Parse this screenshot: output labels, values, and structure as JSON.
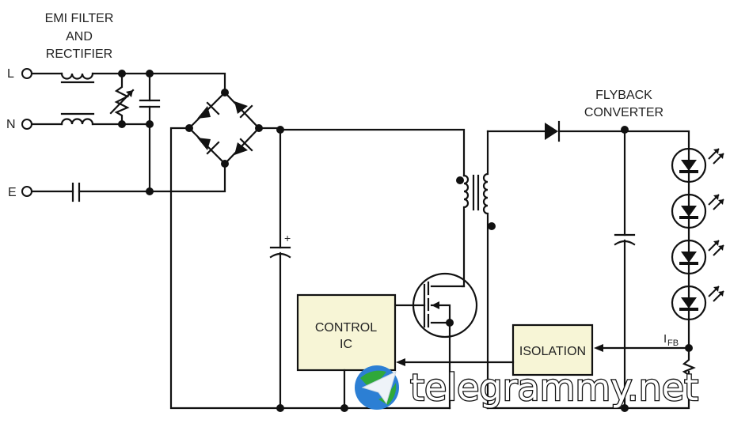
{
  "title_labels": {
    "emi_filter": [
      "EMI FILTER",
      "AND",
      "RECTIFIER"
    ],
    "flyback": [
      "FLYBACK",
      "CONVERTER"
    ]
  },
  "terminals": {
    "line": "L",
    "neutral": "N",
    "earth": "E"
  },
  "blocks": {
    "control_ic": [
      "CONTROL",
      "IC"
    ],
    "isolation": "ISOLATION"
  },
  "feedback_label": {
    "main": "I",
    "subscript": "FB"
  },
  "polarity_mark": "+",
  "led_count": 4,
  "watermark": {
    "text": "telegrammy.net",
    "icon": "telegram-globe-icon"
  },
  "colors": {
    "block_fill": "#f7f5d6",
    "wire": "#111111"
  }
}
